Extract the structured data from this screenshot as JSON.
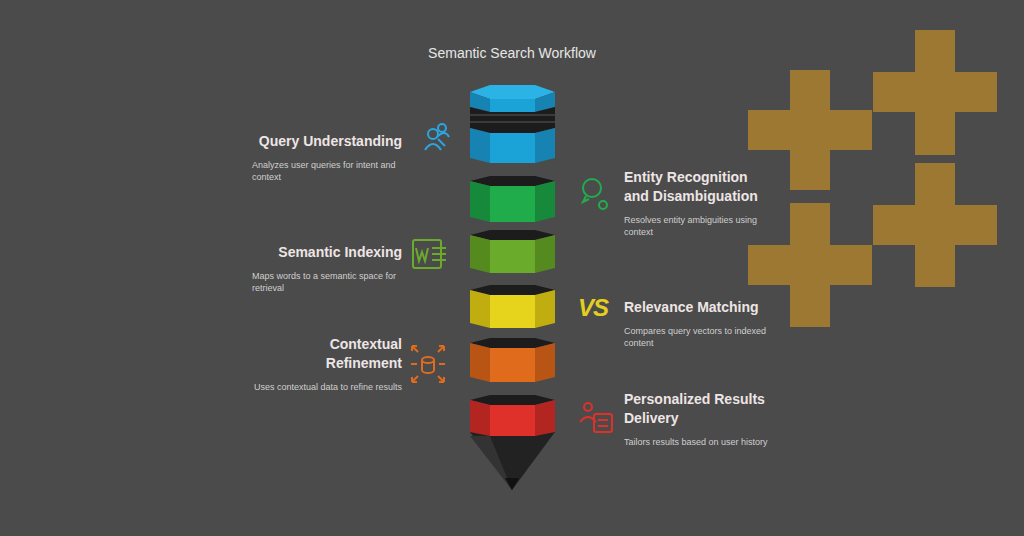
{
  "diagram": {
    "title": "Semantic Search Workflow",
    "nodes": [
      {
        "text": [
          "Query Understanding",
          "Analyzes user queries for intent and context"
        ]
      },
      {
        "text": [
          "Entity Recognition and Disambiguation",
          "Resolves entity ambiguities using context"
        ]
      },
      {
        "text": [
          "Semantic Indexing",
          "Maps words to a semantic space for retrieval"
        ]
      },
      {
        "text": [
          "Relevance Matching",
          "Compares query vectors to indexed content"
        ]
      },
      {
        "text": [
          "Contextual Refinement",
          "Uses contextual data to refine results"
        ]
      },
      {
        "text": [
          "Personalized Results Delivery",
          "Tailors results based on user history"
        ]
      }
    ],
    "labels": [
      "VS"
    ]
  }
}
